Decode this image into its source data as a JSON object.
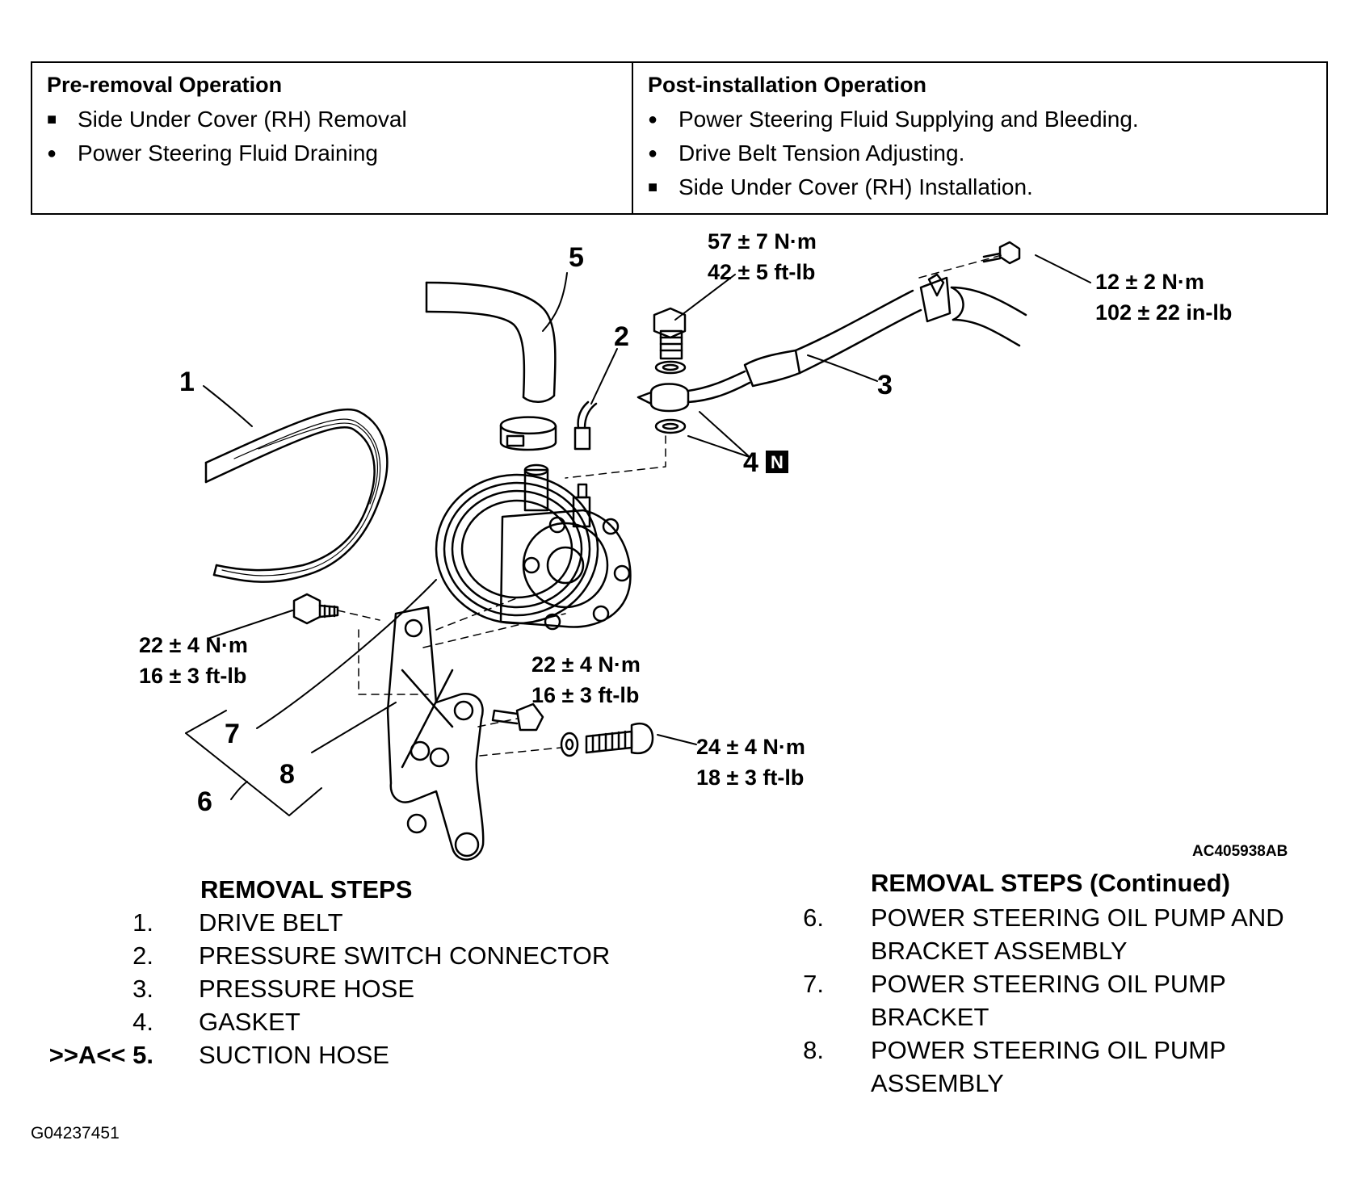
{
  "operations": {
    "pre_removal": {
      "title": "Pre-removal Operation",
      "items": [
        "Side Under Cover (RH) Removal",
        "Power Steering Fluid Draining"
      ]
    },
    "post_installation": {
      "title": "Post-installation Operation",
      "items": [
        "Power Steering Fluid Supplying and Bleeding.",
        "Drive Belt Tension Adjusting.",
        "Side Under Cover (RH) Installation."
      ]
    }
  },
  "diagram": {
    "callouts": {
      "c1": "1",
      "c2": "2",
      "c3": "3",
      "c4": "4",
      "c4_badge": "N",
      "c5": "5",
      "c6": "6",
      "c7": "7",
      "c8": "8"
    },
    "torques": {
      "banjo_bolt": [
        "57 ± 7 N·m",
        "42 ± 5 ft-lb"
      ],
      "hose_clamp_bolt": [
        "12 ± 2 N·m",
        "102 ± 22 in-lb"
      ],
      "pump_upper_bolt": [
        "22 ± 4 N·m",
        "16 ± 3 ft-lb"
      ],
      "bracket_bolt": [
        "22 ± 4 N·m",
        "16 ± 3 ft-lb"
      ],
      "long_bolt": [
        "24 ± 4 N·m",
        "18 ± 3 ft-lb"
      ]
    },
    "figure_code": "AC405938AB"
  },
  "removal_steps": {
    "heading": "REMOVAL STEPS",
    "steps": [
      {
        "num": "1.",
        "text": "DRIVE BELT"
      },
      {
        "num": "2.",
        "text": "PRESSURE SWITCH CONNECTOR"
      },
      {
        "num": "3.",
        "text": "PRESSURE HOSE"
      },
      {
        "num": "4.",
        "text": "GASKET"
      },
      {
        "num": ">>A<< 5.",
        "text": "SUCTION HOSE"
      }
    ]
  },
  "removal_steps_continued": {
    "heading": "REMOVAL STEPS (Continued)",
    "steps": [
      {
        "num": "6.",
        "text": "POWER STEERING OIL PUMP AND\nBRACKET ASSEMBLY"
      },
      {
        "num": "7.",
        "text": "POWER STEERING OIL PUMP\nBRACKET"
      },
      {
        "num": "8.",
        "text": "POWER STEERING OIL PUMP\nASSEMBLY"
      }
    ]
  },
  "document_code": "G04237451"
}
